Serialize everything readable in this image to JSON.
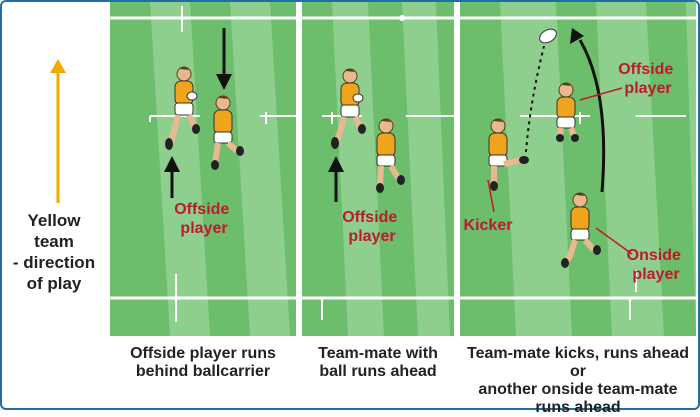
{
  "legend": {
    "label": "Yellow team - direction of play",
    "label_lines": [
      "Yellow team",
      "- direction",
      "of play"
    ],
    "arrow_color": "#f2a900"
  },
  "panels": [
    {
      "caption_lines": [
        "Offside player runs",
        "behind ballcarrier"
      ],
      "labels": [
        {
          "lines": [
            "Offside",
            "player"
          ],
          "color": "#c0182e"
        }
      ]
    },
    {
      "caption_lines": [
        "Team-mate with",
        "ball runs ahead"
      ],
      "labels": [
        {
          "lines": [
            "Offside",
            "player"
          ],
          "color": "#c0182e"
        }
      ]
    },
    {
      "caption_lines": [
        "Team-mate kicks, runs ahead or",
        "another onside team-mate",
        "runs ahead"
      ],
      "labels": [
        {
          "lines": [
            "Offside",
            "player"
          ],
          "color": "#c0182e"
        },
        {
          "lines": [
            "Kicker"
          ],
          "color": "#c0182e"
        },
        {
          "lines": [
            "Onside",
            "player"
          ],
          "color": "#c0182e"
        }
      ]
    }
  ],
  "colors": {
    "pitch_light": "#8fcf8e",
    "pitch_dark": "#6cbd6c",
    "line": "#ffffff",
    "label_red": "#c0182e",
    "jersey": "#f0a31d",
    "shorts": "#ffffff"
  }
}
